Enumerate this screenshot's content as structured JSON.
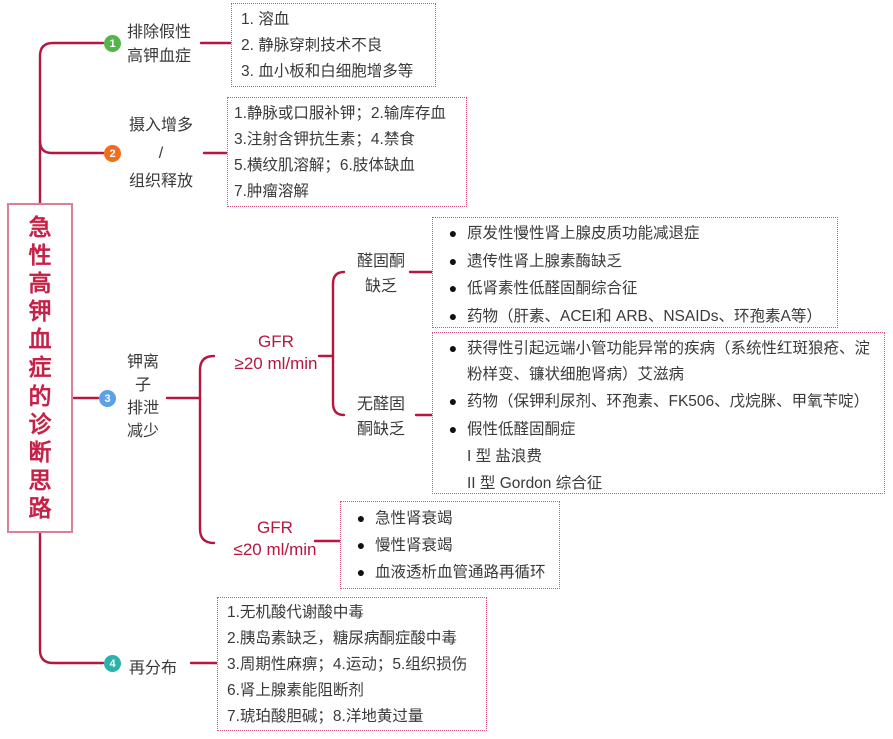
{
  "root": {
    "title": "急性高钾血症的诊断思路"
  },
  "colors": {
    "connector": "#b51740",
    "title_text": "#c62147",
    "title_border": "#db8094",
    "dashed_box_border": "#d5537b",
    "body_text": "#3a3a3a",
    "badge_1_green": "#56b44d",
    "badge_2_orange": "#f26e1d",
    "badge_3_blue": "#5ca0e6",
    "badge_4_teal": "#2bb3ab"
  },
  "branch1": {
    "badge": "1",
    "label": "排除假性\n高钾血症",
    "box": {
      "items": [
        "1. 溶血",
        "2. 静脉穿刺技术不良",
        "3. 血小板和白细胞增多等"
      ]
    }
  },
  "branch2": {
    "badge": "2",
    "label": "摄入增多\n/\n组织释放",
    "box": {
      "items": [
        "1.静脉或口服补钾；2.输库存血",
        "3.注射含钾抗生素；4.禁食",
        "5.横纹肌溶解；6.肢体缺血",
        "7.肿瘤溶解"
      ]
    }
  },
  "branch3": {
    "badge": "3",
    "label": "钾离\n子\n排泄\n减少",
    "gfr_high": {
      "label": "GFR\n≥20 ml/min",
      "aldosterone": {
        "label": "醛固酮\n缺乏",
        "box": {
          "items": [
            {
              "t": "原发性慢性肾上腺皮质功能减退症",
              "b": true
            },
            {
              "t": "遗传性肾上腺素酶缺乏",
              "b": true
            },
            {
              "t": "低肾素性低醛固酮综合征",
              "b": true
            },
            {
              "t": "药物（肝素、ACEI和 ARB、NSAIDs、环孢素A等）",
              "b": true
            }
          ]
        }
      },
      "no_aldosterone": {
        "label": "无醛固\n酮缺乏",
        "box": {
          "items": [
            {
              "t": "获得性引起远端小管功能异常的疾病（系统性红斑狼疮、淀粉样变、镰状细胞肾病）艾滋病",
              "b": true
            },
            {
              "t": "药物（保钾利尿剂、环孢素、FK506、戊烷脒、甲氧苄啶）",
              "b": true
            },
            {
              "t": "假性低醛固酮症",
              "b": true
            },
            {
              "t": "I 型 盐浪费",
              "b": false
            },
            {
              "t": "II 型 Gordon 综合征",
              "b": false
            }
          ]
        }
      }
    },
    "gfr_low": {
      "label": "GFR\n≤20 ml/min",
      "box": {
        "items": [
          {
            "t": "急性肾衰竭",
            "b": true
          },
          {
            "t": "慢性肾衰竭",
            "b": true
          },
          {
            "t": "血液透析血管通路再循环",
            "b": true
          }
        ]
      }
    }
  },
  "branch4": {
    "badge": "4",
    "label": "再分布",
    "box": {
      "items": [
        "1.无机酸代谢酸中毒",
        "2.胰岛素缺乏，糖尿病酮症酸中毒",
        "3.周期性麻痹；4.运动；5.组织损伤",
        "6.肾上腺素能阻断剂",
        "7.琥珀酸胆碱；8.洋地黄过量"
      ]
    }
  }
}
